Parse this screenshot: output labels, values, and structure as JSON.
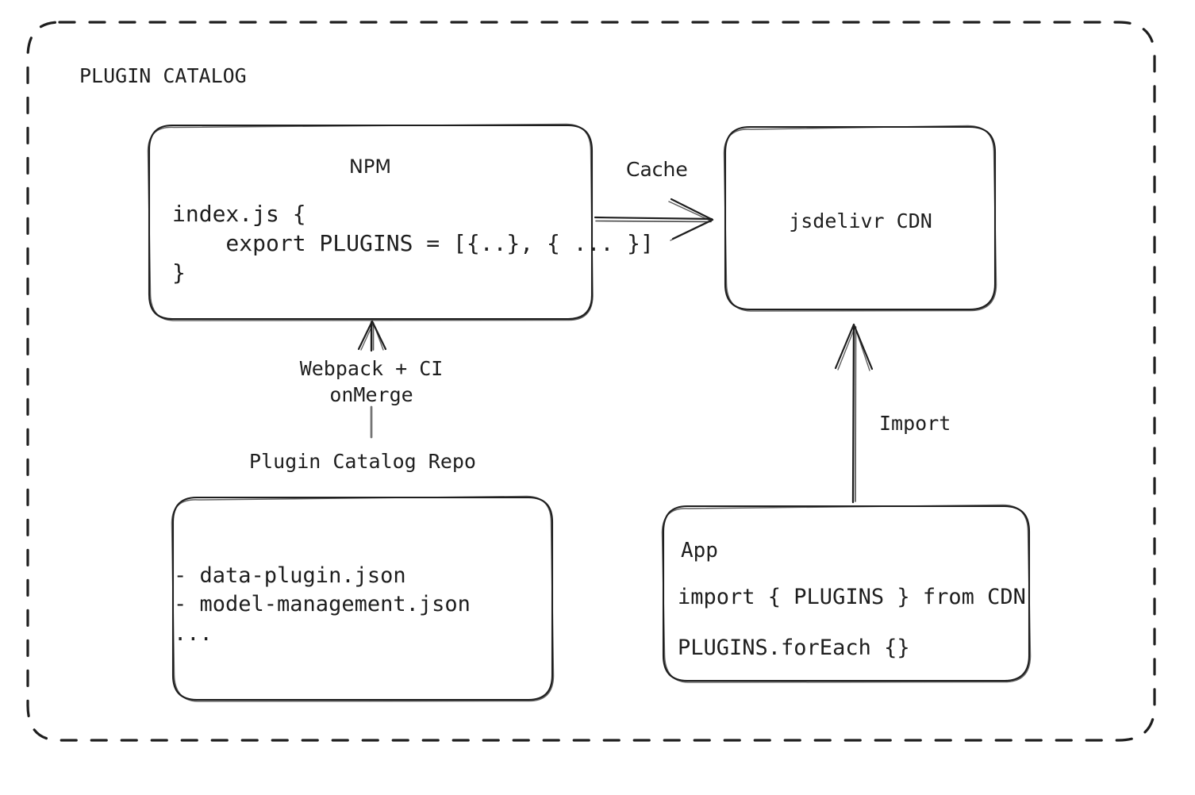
{
  "diagram": {
    "type": "architecture-flow",
    "container": {
      "title": "PLUGIN CATALOG",
      "border_style": "dashed",
      "stroke_color": "#1e1e1e"
    },
    "nodes": [
      {
        "id": "npm",
        "title": "NPM",
        "code": "index.js {\n    export PLUGINS = [{..}, { ... }]\n}"
      },
      {
        "id": "cdn",
        "title": "jsdelivr CDN"
      },
      {
        "id": "repo",
        "caption": "Plugin Catalog Repo",
        "list": "- data-plugin.json\n- model-management.json\n..."
      },
      {
        "id": "app",
        "title": "App",
        "line1": "import { PLUGINS } from CDN",
        "line2": "PLUGINS.forEach {}"
      }
    ],
    "edges": [
      {
        "id": "npm-to-cdn",
        "label": "Cache",
        "from": "npm",
        "to": "cdn",
        "direction": "right"
      },
      {
        "id": "repo-to-npm",
        "label": "Webpack + CI\nonMerge",
        "from": "repo",
        "to": "npm",
        "direction": "up"
      },
      {
        "id": "app-to-cdn",
        "label": "Import",
        "from": "app",
        "to": "cdn",
        "direction": "up"
      }
    ],
    "colors": {
      "stroke": "#1e1e1e",
      "background": "#ffffff",
      "text": "#1e1e1e"
    }
  }
}
